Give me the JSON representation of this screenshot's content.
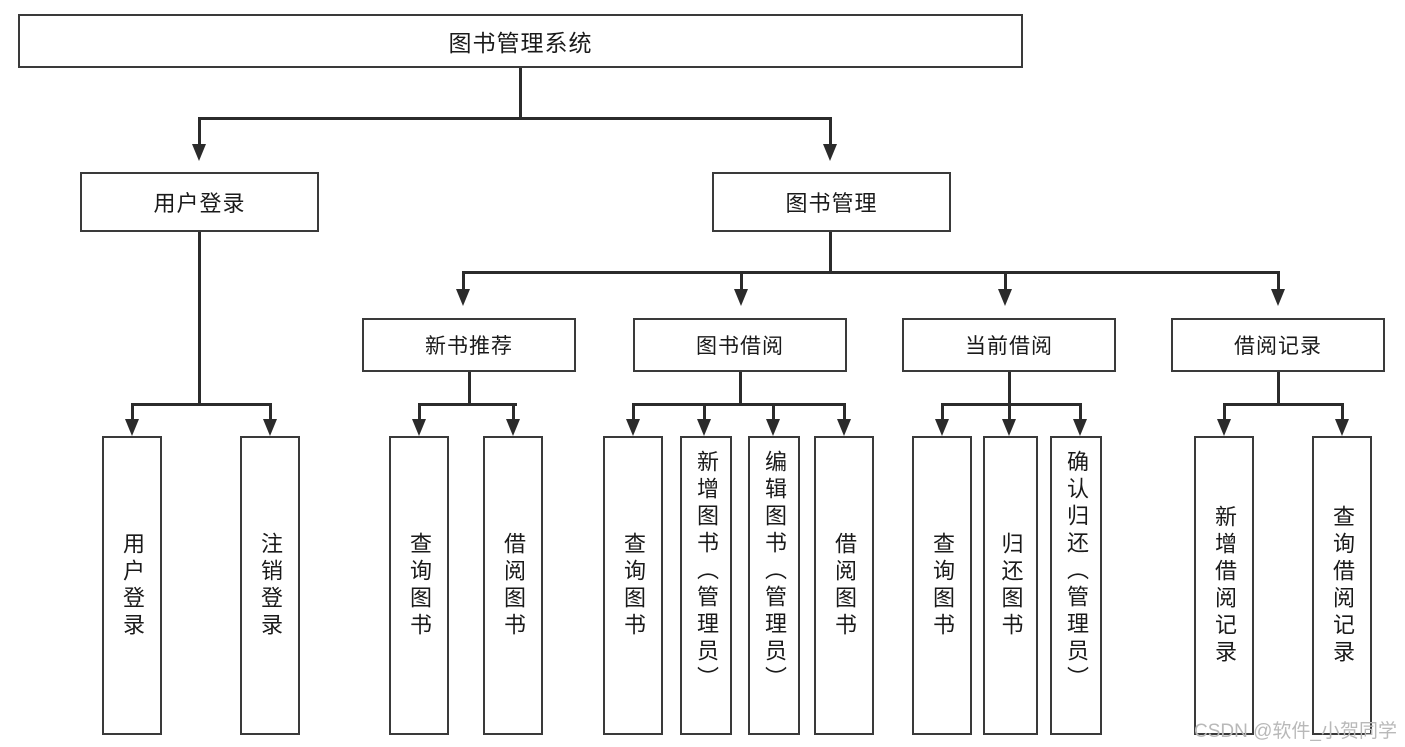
{
  "diagram": {
    "type": "tree-hierarchy",
    "title": "图书管理系统",
    "root": {
      "label": "图书管理系统"
    },
    "level1": [
      {
        "label": "用户登录"
      },
      {
        "label": "图书管理"
      }
    ],
    "level2": [
      {
        "label": "新书推荐"
      },
      {
        "label": "图书借阅"
      },
      {
        "label": "当前借阅"
      },
      {
        "label": "借阅记录"
      }
    ],
    "leaves": {
      "user_login": [
        {
          "label": "用户登录"
        },
        {
          "label": "注销登录"
        }
      ],
      "new_book_recommend": [
        {
          "label": "查询图书"
        },
        {
          "label": "借阅图书"
        }
      ],
      "book_borrow": [
        {
          "label": "查询图书"
        },
        {
          "label": "新增图书（管理员）"
        },
        {
          "label": "编辑图书（管理员）"
        },
        {
          "label": "借阅图书"
        }
      ],
      "current_borrow": [
        {
          "label": "查询图书"
        },
        {
          "label": "归还图书"
        },
        {
          "label": "确认归还（管理员）"
        }
      ],
      "borrow_record": [
        {
          "label": "新增借阅记录"
        },
        {
          "label": "查询借阅记录"
        }
      ]
    }
  },
  "watermark": {
    "text": "CSDN @软件_小贺同学"
  },
  "colors": {
    "background": "#ffffff",
    "box_border": "#3a3a3a",
    "line": "#2b2b2b",
    "text": "#1a1a1a",
    "watermark": "#b9b9b9"
  }
}
